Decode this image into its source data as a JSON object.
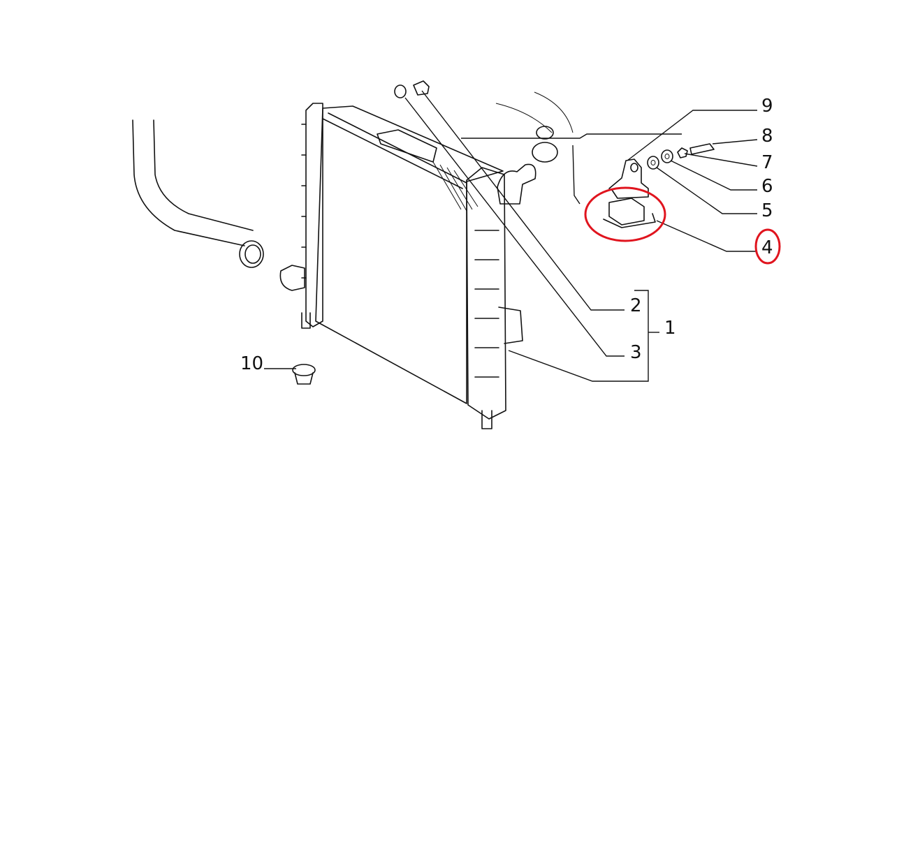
{
  "callouts": [
    {
      "id": "1",
      "text": "1"
    },
    {
      "id": "2",
      "text": "2"
    },
    {
      "id": "3",
      "text": "3"
    },
    {
      "id": "4",
      "text": "4"
    },
    {
      "id": "5",
      "text": "5"
    },
    {
      "id": "6",
      "text": "6"
    },
    {
      "id": "7",
      "text": "7"
    },
    {
      "id": "8",
      "text": "8"
    },
    {
      "id": "9",
      "text": "9"
    },
    {
      "id": "10",
      "text": "10"
    }
  ],
  "highlight": {
    "part": "4",
    "color": "#e0141e"
  }
}
